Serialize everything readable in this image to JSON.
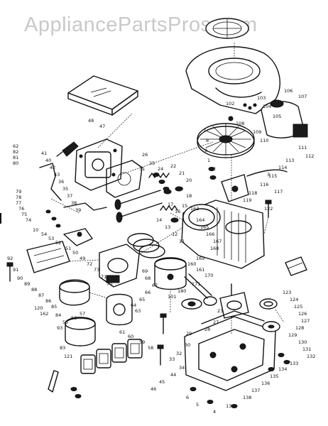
{
  "watermark": "AppliancePartsPros.com",
  "labels": [
    "62",
    "82",
    "81",
    "80",
    "79",
    "78",
    "77",
    "76",
    "75",
    "74",
    "41",
    "40",
    "42",
    "43",
    "36",
    "35",
    "37",
    "38",
    "39",
    "47",
    "48",
    "26",
    "31",
    "25",
    "24",
    "22",
    "21",
    "20",
    "19",
    "18",
    "17",
    "16",
    "15",
    "14",
    "13",
    "12",
    "11",
    "10",
    "54",
    "53",
    "52",
    "51",
    "50",
    "49",
    "72",
    "73",
    "71",
    "70",
    "69",
    "68",
    "67",
    "66",
    "65",
    "64",
    "63",
    "61",
    "60",
    "59",
    "58",
    "57",
    "56",
    "55",
    "93",
    "92",
    "91",
    "90",
    "89",
    "88",
    "87",
    "86",
    "85",
    "84",
    "83",
    "121",
    "120",
    "162",
    "163",
    "164",
    "165",
    "166",
    "167",
    "168",
    "169",
    "160",
    "161",
    "170",
    "171",
    "180",
    "101",
    "102",
    "103",
    "104",
    "105",
    "106",
    "107",
    "108",
    "109",
    "110",
    "111",
    "112",
    "113",
    "114",
    "115",
    "116",
    "117",
    "118",
    "119",
    "122",
    "123",
    "124",
    "125",
    "126",
    "127",
    "128",
    "129",
    "130",
    "131",
    "132",
    "133",
    "134",
    "135",
    "136",
    "137",
    "138",
    "139",
    "4",
    "5",
    "6",
    "7",
    "8",
    "9",
    "1",
    "2",
    "3",
    "23",
    "27",
    "28",
    "29",
    "30",
    "32",
    "33",
    "34",
    "44",
    "45",
    "46"
  ]
}
